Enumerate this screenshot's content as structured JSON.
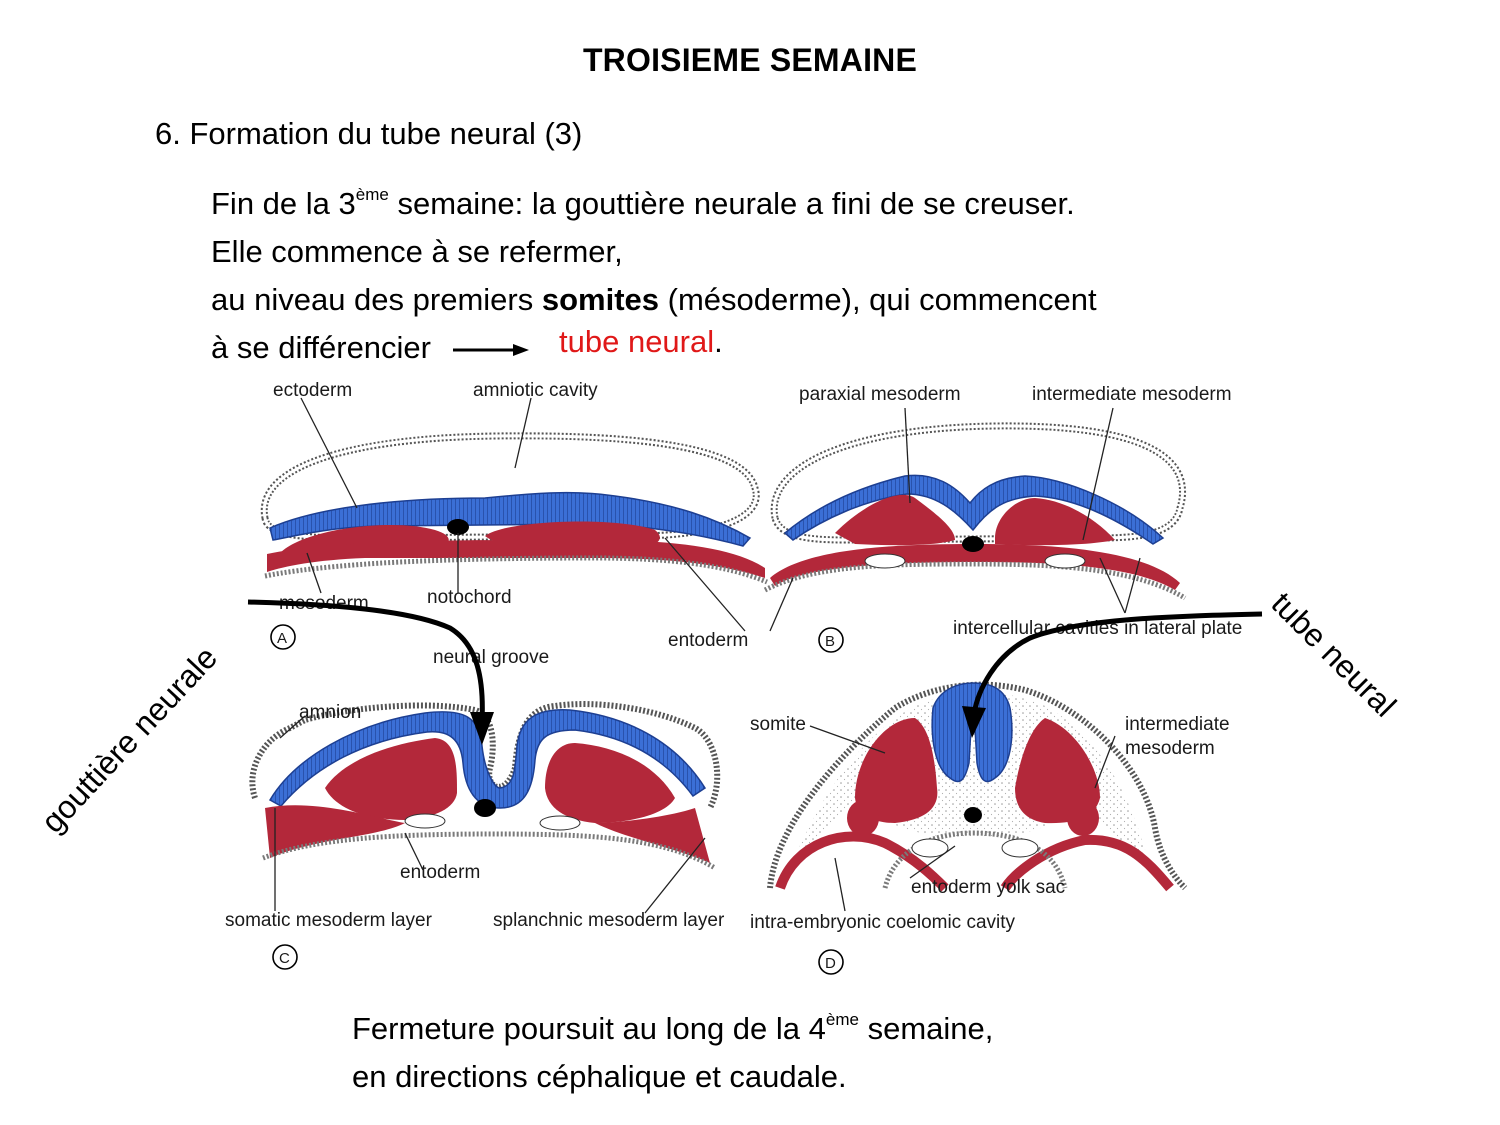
{
  "title": "TROISIEME SEMAINE",
  "subtitle": "6. Formation du tube neural (3)",
  "para": {
    "l1_a": "Fin de la 3",
    "l1_sup": "ème",
    "l1_b": " semaine: la gouttière neurale a fini de se creuser.",
    "l2": "Elle commence à se refermer,",
    "l3_a": "au niveau des premiers ",
    "l3_bold": "somites",
    "l3_b": " (mésoderme), qui commencent",
    "l4_a": "à se différencier",
    "l4_red": "tube neural",
    "l4_end": "."
  },
  "figure": {
    "labels": {
      "ectoderm": "ectoderm",
      "amniotic_cavity": "amniotic cavity",
      "mesoderm": "mesoderm",
      "notochord": "notochord",
      "entoderm_ab": "entoderm",
      "paraxial_mesoderm": "paraxial  mesoderm",
      "intermediate_mesoderm_b": "intermediate  mesoderm",
      "intercellular_cavities": "intercellular cavities in lateral plate",
      "neural_groove": "neural groove",
      "amnion": "amnion",
      "entoderm_c": "entoderm",
      "somatic_layer": "somatic  mesoderm  layer",
      "splanchnic_layer": "splanchnic  mesoderm  layer",
      "somite": "somite",
      "intermediate_d_1": "intermediate",
      "intermediate_d_2": "mesoderm",
      "entoderm_yolk": "entoderm yolk sac",
      "coelomic_cavity": "intra-embryonic coelomic cavity"
    },
    "panels": [
      "A",
      "B",
      "C",
      "D"
    ],
    "colors": {
      "ectoderm": "#3b6fd6",
      "mesoderm": "#b3283a",
      "notochord": "#000000"
    }
  },
  "annotations": {
    "left": "gouttière neurale",
    "right": "tube neural"
  },
  "bottom": {
    "l1_a": "Fermeture poursuit au long de la 4",
    "l1_sup": "ème",
    "l1_b": " semaine,",
    "l2": "en directions céphalique et caudale."
  }
}
